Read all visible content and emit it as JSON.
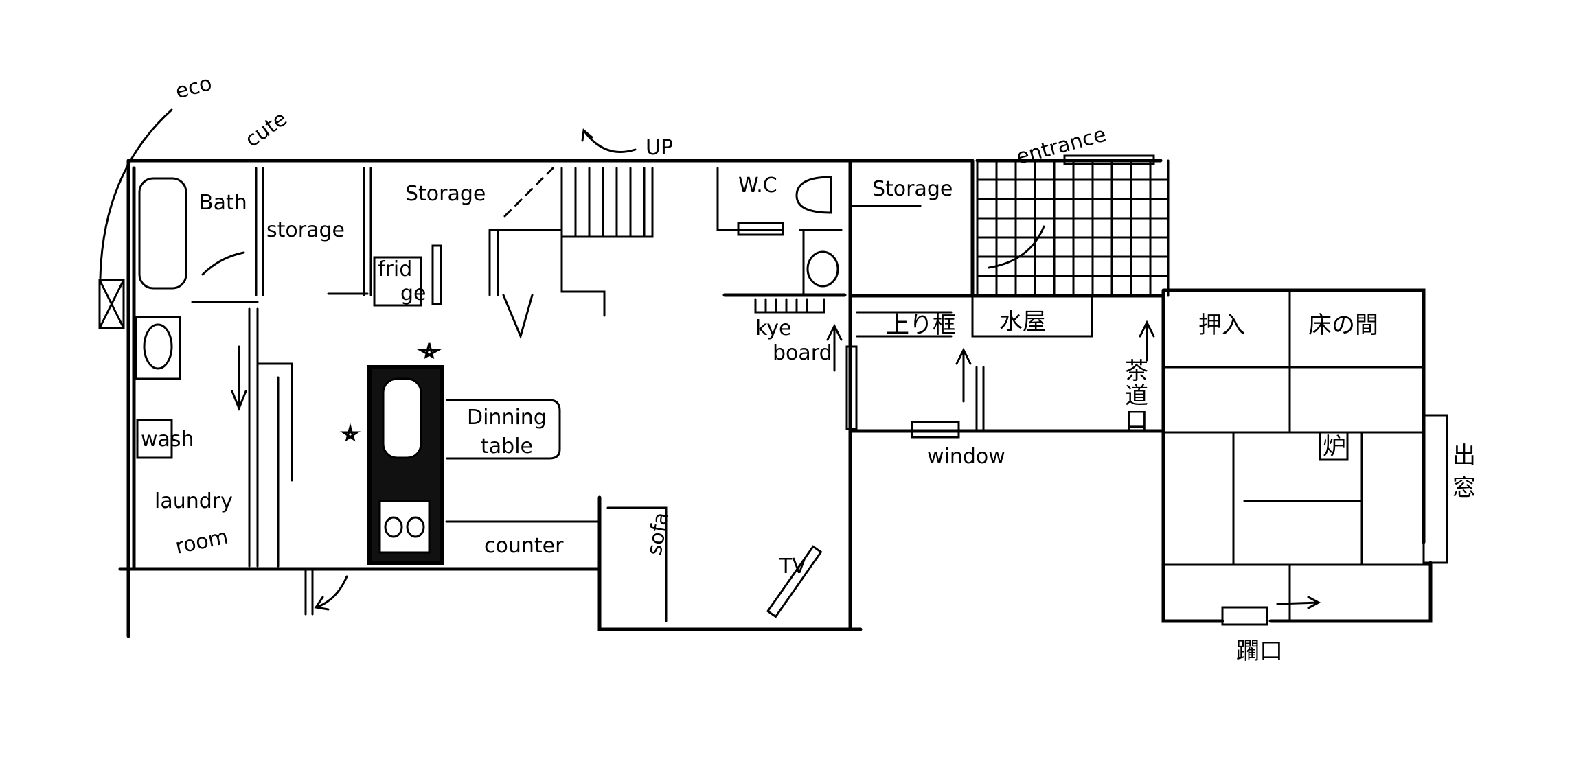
{
  "title": "Hand-drawn house floor plan",
  "labels": {
    "eco": "eco",
    "cute": "cute",
    "bath": "Bath",
    "storage_small": "storage",
    "storage_kitchen": "Storage",
    "up": "UP",
    "wc": "W.C",
    "storage_mid": "Storage",
    "entrance": "entrance",
    "fridge_1": "frid",
    "fridge_2": "ge",
    "key_1": "kye",
    "key_2": "board",
    "agarikamachi": "上り框",
    "mizuya": "水屋",
    "sadouguchi_1": "茶",
    "sadouguchi_2": "道",
    "sadouguchi_3": "口",
    "oshiire": "押入",
    "tokonoma": "床の間",
    "ro": "炉",
    "demado_1": "出",
    "demado_2": "窓",
    "nijiriguchi": "躙口",
    "window": "window",
    "dining_1": "Dinning",
    "dining_2": "table",
    "wash": "wash",
    "laundry_1": "laundry",
    "laundry_2": "room",
    "counter": "counter",
    "sofa": "sofa",
    "tv": "TV"
  }
}
